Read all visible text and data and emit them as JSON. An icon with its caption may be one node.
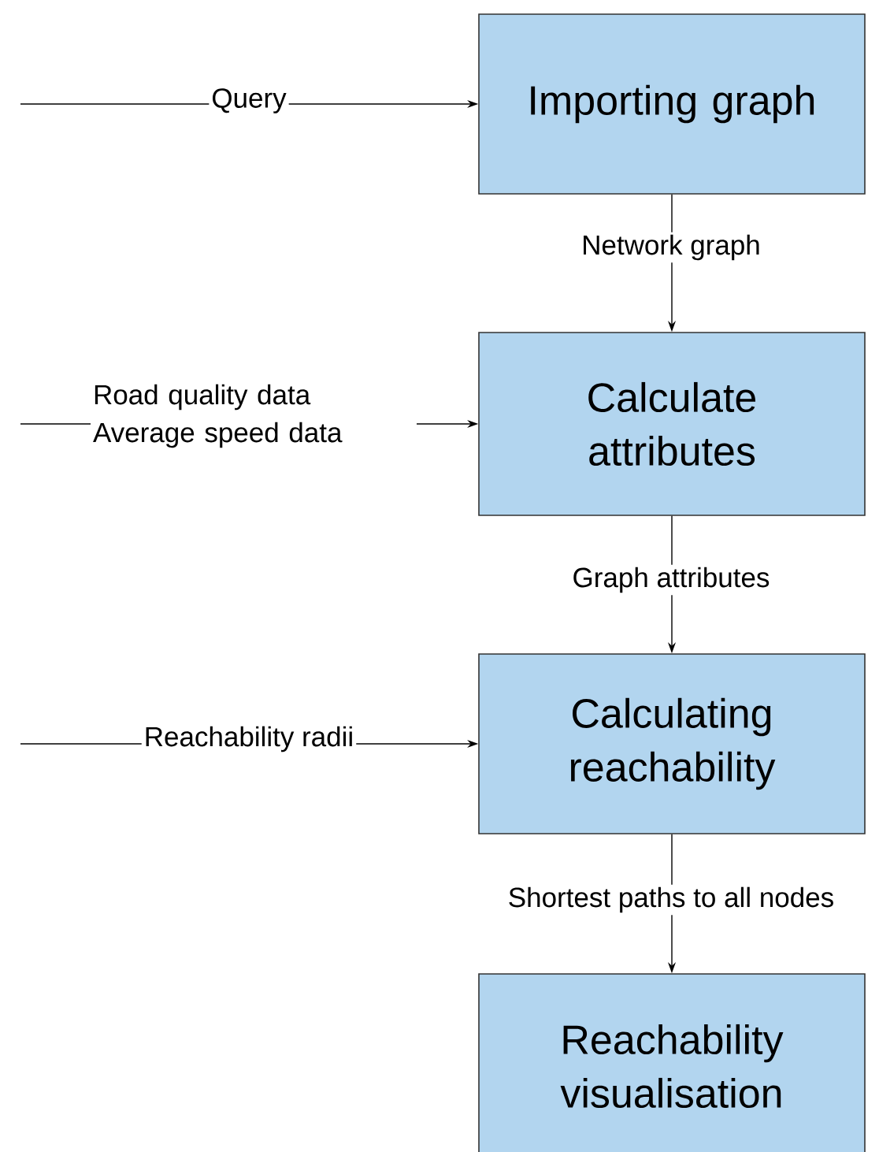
{
  "diagram": {
    "nodes": [
      {
        "text": [
          "Importing graph"
        ]
      },
      {
        "text": [
          "Calculate attributes"
        ]
      },
      {
        "text": [
          "Calculating reachability"
        ]
      },
      {
        "text": [
          "Reachability visualisation"
        ]
      }
    ],
    "edges": [
      {
        "from": null,
        "to": 0,
        "arrow": "to",
        "label": "Query"
      },
      {
        "from": 0,
        "to": 1,
        "arrow": "to",
        "label": "Network graph"
      },
      {
        "from": null,
        "to": 1,
        "arrow": "to",
        "label": "Road quality data Average speed data"
      },
      {
        "from": 1,
        "to": 2,
        "arrow": "to",
        "label": "Graph attributes"
      },
      {
        "from": null,
        "to": 2,
        "arrow": "to",
        "label": "Reachability radii"
      },
      {
        "from": 2,
        "to": 3,
        "arrow": "to",
        "label": "Shortest paths to all nodes"
      }
    ]
  }
}
